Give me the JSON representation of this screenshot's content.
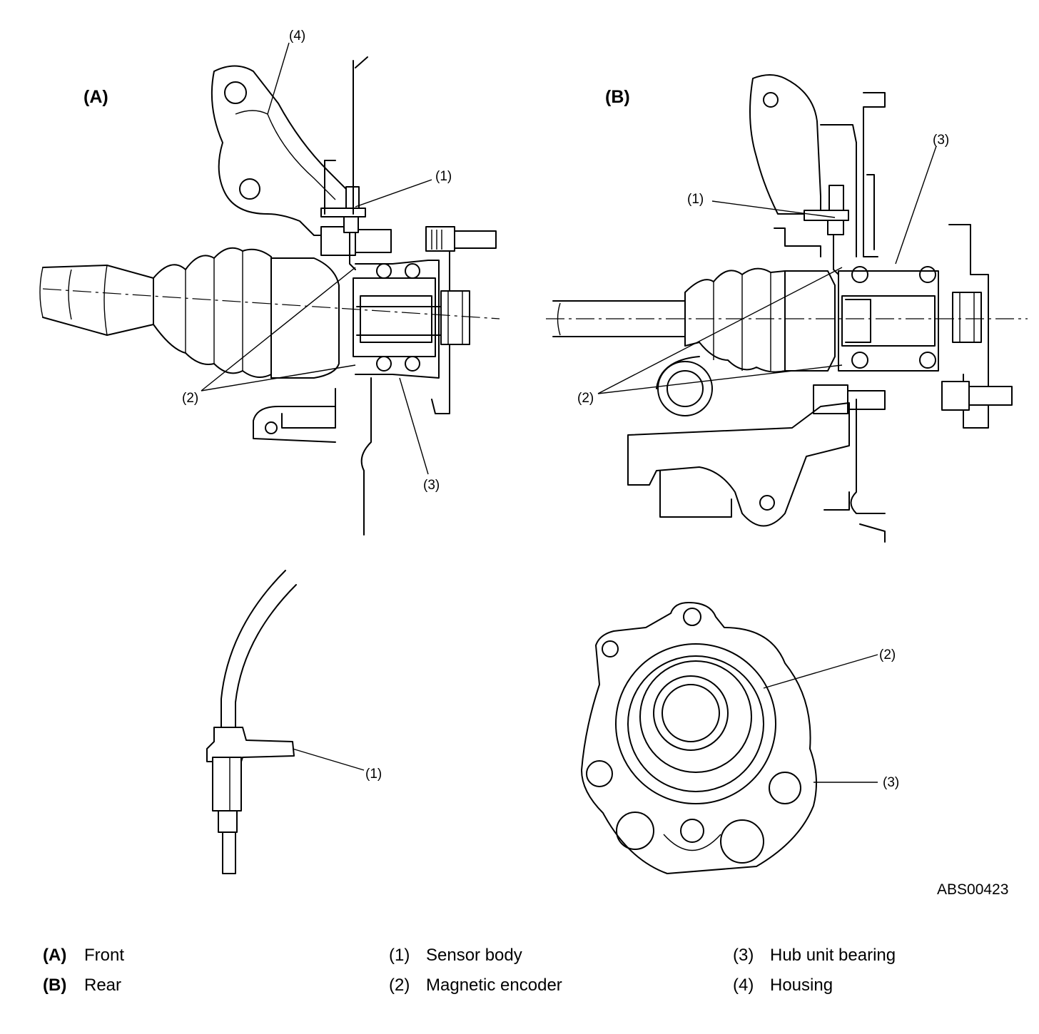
{
  "view_labels": {
    "front": "(A)",
    "rear": "(B)"
  },
  "callouts": {
    "a_1": "(1)",
    "a_2": "(2)",
    "a_3": "(3)",
    "a_4": "(4)",
    "b_1": "(1)",
    "b_2": "(2)",
    "b_3": "(3)",
    "sensor_1": "(1)",
    "hub_2": "(2)",
    "hub_3": "(3)"
  },
  "figure_code": "ABS00423",
  "legend": [
    {
      "key": "(A)",
      "text": "Front"
    },
    {
      "key": "(B)",
      "text": "Rear"
    },
    {
      "key": "(1)",
      "text": "Sensor body"
    },
    {
      "key": "(2)",
      "text": "Magnetic encoder"
    },
    {
      "key": "(3)",
      "text": "Hub unit bearing"
    },
    {
      "key": "(4)",
      "text": "Housing"
    }
  ]
}
